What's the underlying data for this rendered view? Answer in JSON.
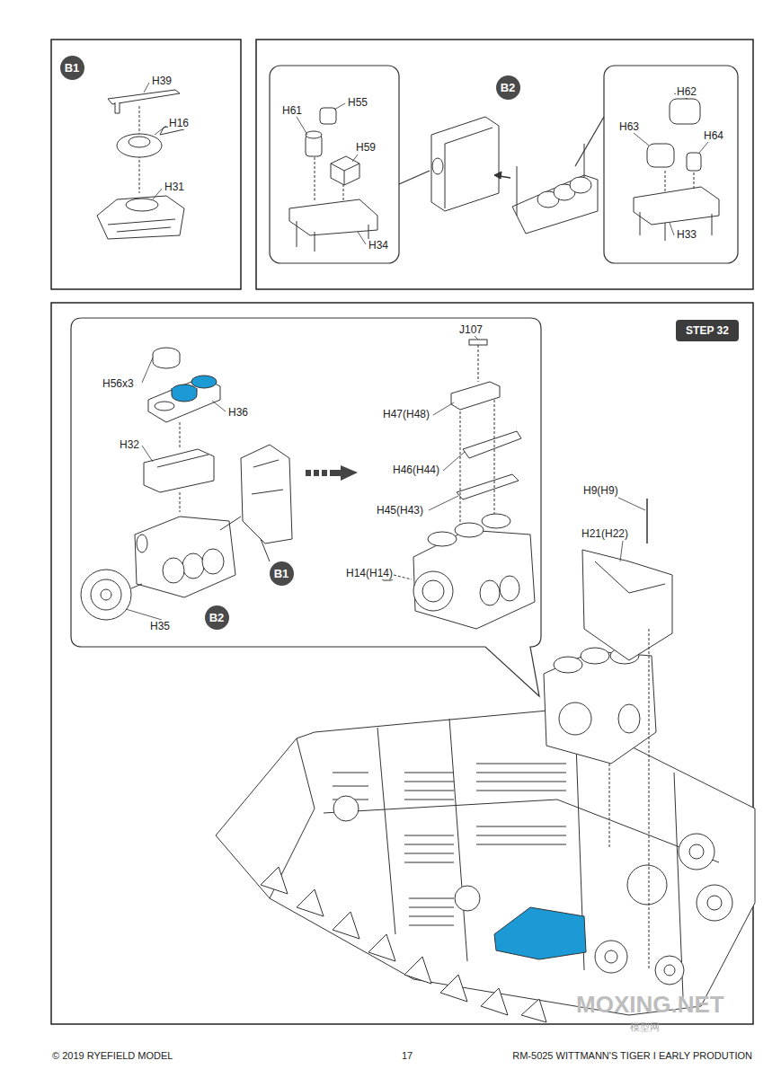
{
  "diagram": {
    "nodes": [
      {
        "text": [
          "B1"
        ]
      },
      {
        "text": [
          "B2"
        ]
      },
      {
        "text": [
          "STEP 32"
        ]
      },
      {
        "text": [
          "B1"
        ]
      },
      {
        "text": [
          "B2"
        ]
      }
    ],
    "labels": [
      "H39",
      "H16",
      "H31",
      "H61",
      "H55",
      "H59",
      "H34",
      "H62",
      "H63",
      "H64",
      "H33",
      "H56x3",
      "H36",
      "H32",
      "H35",
      "J107",
      "H47(H48)",
      "H46(H44)",
      "H45(H43)",
      "H14(H14)",
      "H9(H9)",
      "H21(H22)",
      "© 2019 RYEFIELD MODEL",
      "17",
      "RM-5025 WITTMANN'S TIGER I EARLY PRODUTION",
      "MOXING.NET",
      "模型网"
    ]
  }
}
